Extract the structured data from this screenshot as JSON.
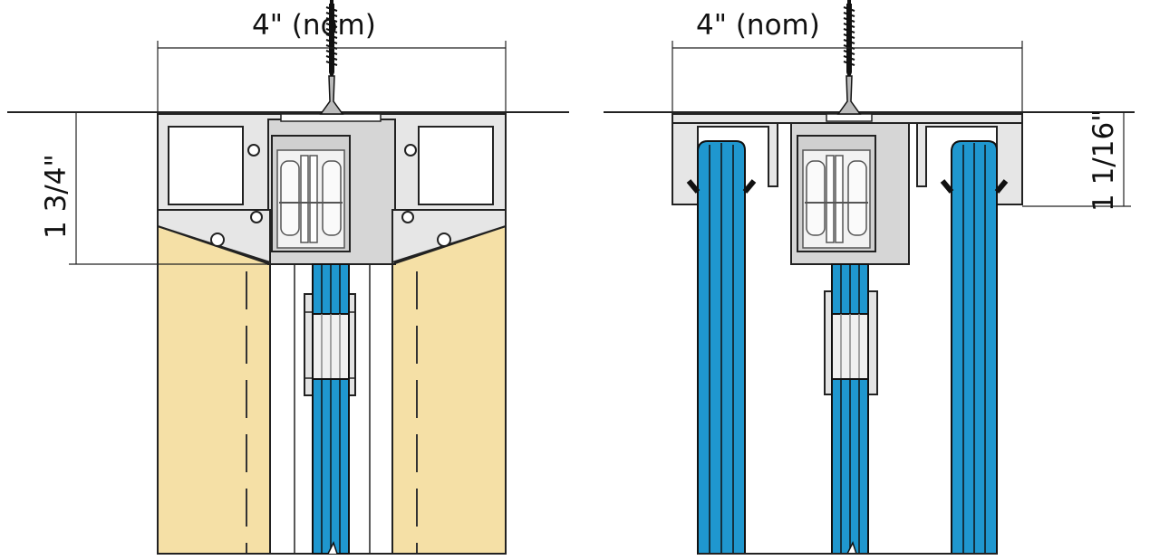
{
  "left_detail": {
    "width_dimension": "4\" (nom)",
    "height_dimension": "1 3/4\""
  },
  "right_detail": {
    "width_dimension": "4\" (nom)",
    "height_dimension": "1 1/16\""
  },
  "colors": {
    "wood": "#f5e0a6",
    "glass_panel": "#1f97cf",
    "track_light": "#e6e6e6",
    "carrier_grey": "#c9c9c9",
    "roller_white": "#f4f4f4",
    "line": "#222222"
  },
  "icons": {
    "fastener": "screw-icon"
  }
}
